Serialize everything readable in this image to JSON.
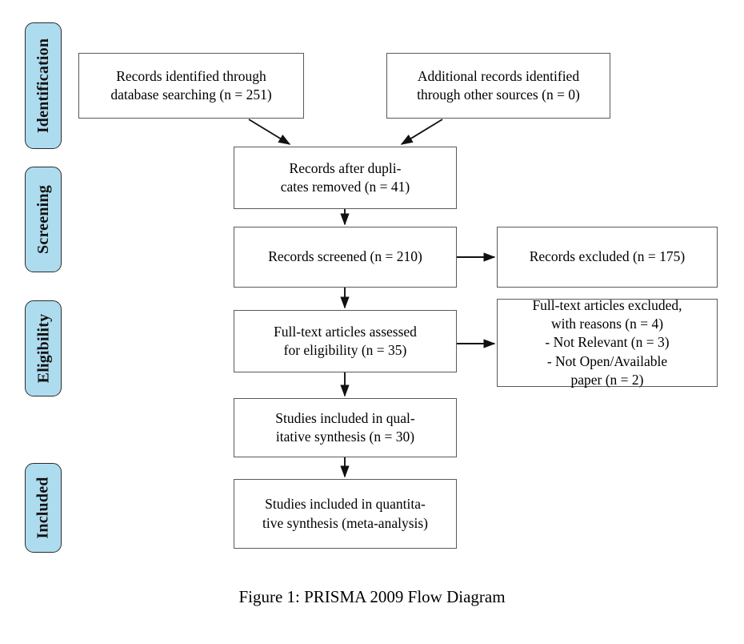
{
  "figure": {
    "caption": "Figure 1: PRISMA 2009 Flow Diagram",
    "accent_color": "#ADDCEF",
    "box_border_color": "#5a5a5a",
    "tab_border_color": "#2b2b2b"
  },
  "stages": [
    {
      "label": "Identification"
    },
    {
      "label": "Screening"
    },
    {
      "label": "Eligibility"
    },
    {
      "label": "Included"
    }
  ],
  "boxes": {
    "database_records": "Records identified through\ndatabase searching (n = 251)",
    "other_records": "Additional records identified\nthrough other sources (n = 0)",
    "duplicates_removed": "Records after dupli-\ncates removed (n = 41)",
    "records_screened": "Records screened (n = 210)",
    "records_excluded": "Records excluded (n = 175)",
    "fulltext_assessed": "Full-text articles assessed\nfor eligibility (n = 35)",
    "fulltext_excluded": "Full-text articles excluded,\nwith reasons (n = 4)\n- Not Relevant (n = 3)\n- Not Open/Available\npaper (n = 2)",
    "qualitative_synthesis": "Studies included in qual-\nitative synthesis (n = 30)",
    "quantitative_synthesis": "Studies included in quantita-\ntive synthesis (meta-analysis)"
  },
  "counts": {
    "database_searching": 251,
    "other_sources": 0,
    "after_duplicates": 41,
    "screened": 210,
    "excluded": 175,
    "fulltext_assessed": 35,
    "fulltext_excluded": 4,
    "not_relevant": 3,
    "not_open_available": 2,
    "qualitative": 30
  }
}
